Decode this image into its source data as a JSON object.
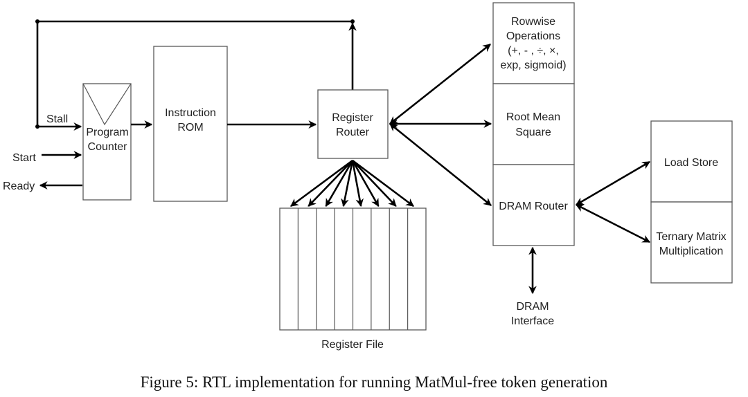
{
  "figure": {
    "caption": "Figure 5: RTL implementation for running MatMul-free token generation"
  },
  "blocks": {
    "program_counter": [
      "Program",
      "Counter"
    ],
    "instruction_rom": [
      "Instruction",
      "ROM"
    ],
    "register_router": [
      "Register",
      "Router"
    ],
    "register_file": "Register File",
    "rowwise_ops": [
      "Rowwise",
      "Operations",
      "(+, - , ÷, ×,",
      "exp, sigmoid)"
    ],
    "rms": [
      "Root Mean",
      "Square"
    ],
    "dram_router": "DRAM Router",
    "dram_interface": [
      "DRAM",
      "Interface"
    ],
    "load_store": "Load Store",
    "ternary_matmul": [
      "Ternary Matrix",
      "Multiplication"
    ]
  },
  "signals": {
    "stall": "Stall",
    "start": "Start",
    "ready": "Ready"
  },
  "register_file_slots": 8
}
